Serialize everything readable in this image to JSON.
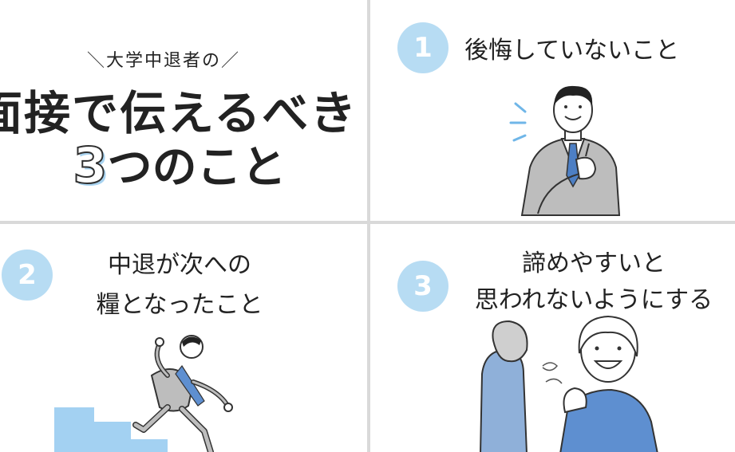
{
  "title_panel": {
    "subtitle": "大学中退者の",
    "title_line1": "面接で伝えるべき",
    "title_number": "3",
    "title_line2_rest": "つのこと"
  },
  "items": [
    {
      "number": "1",
      "text_line1": "後悔していないこと",
      "text_line2": ""
    },
    {
      "number": "2",
      "text_line1": "中退が次への",
      "text_line2": "糧となったこと"
    },
    {
      "number": "3",
      "text_line1": "諦めやすいと",
      "text_line2": "思われないようにする"
    }
  ],
  "colors": {
    "accent": "#b7dcf3",
    "accent_dark": "#7fb7e6",
    "divider": "#d9d9d9",
    "suit": "#b8b8b8",
    "sweater": "#5e8fd0"
  },
  "icons": {
    "panel1": "businessman-thumbs-up-icon",
    "panel2": "running-up-stairs-icon",
    "panel3": "encouraging-woman-icon"
  }
}
